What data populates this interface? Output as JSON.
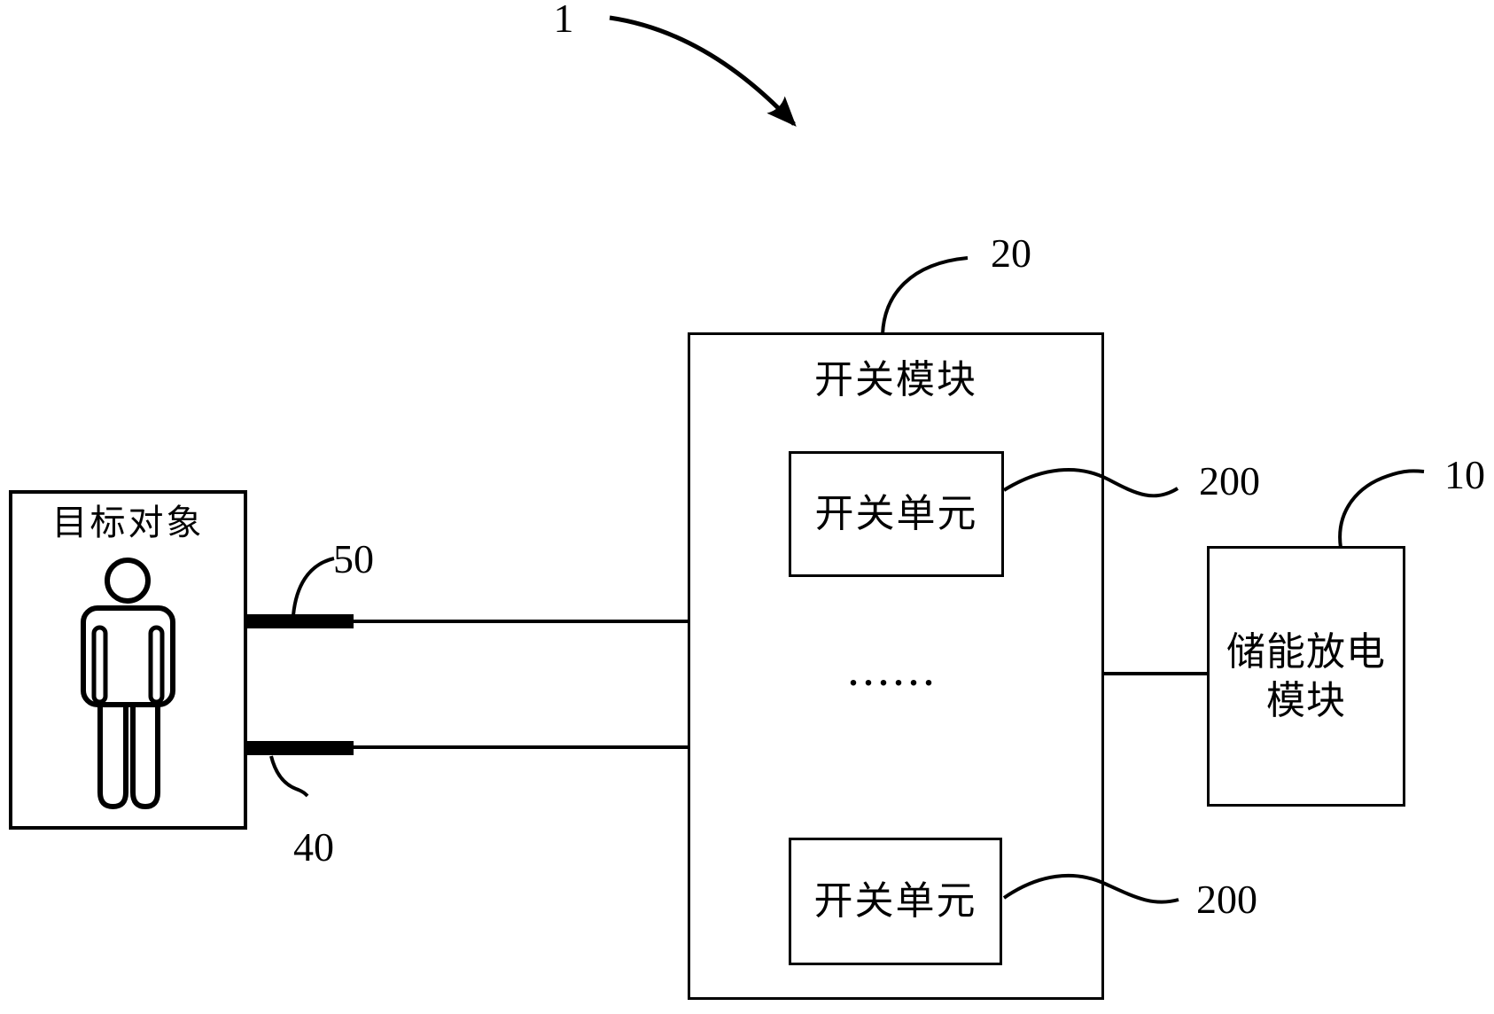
{
  "labels": {
    "figure_ref": "1",
    "switch_module_ref": "20",
    "switch_unit_top_ref": "200",
    "switch_unit_bottom_ref": "200",
    "storage_ref": "10",
    "electrode_top_ref": "50",
    "electrode_bottom_ref": "40"
  },
  "boxes": {
    "target_object": {
      "title": "目标对象"
    },
    "switch_module": {
      "title": "开关模块"
    },
    "switch_unit_top": {
      "title": "开关单元"
    },
    "switch_unit_bottom": {
      "title": "开关单元"
    },
    "storage_discharge": {
      "title_line1": "储能放电",
      "title_line2": "模块"
    }
  },
  "ellipsis": "......",
  "colors": {
    "ink": "#000000",
    "background": "#ffffff"
  }
}
